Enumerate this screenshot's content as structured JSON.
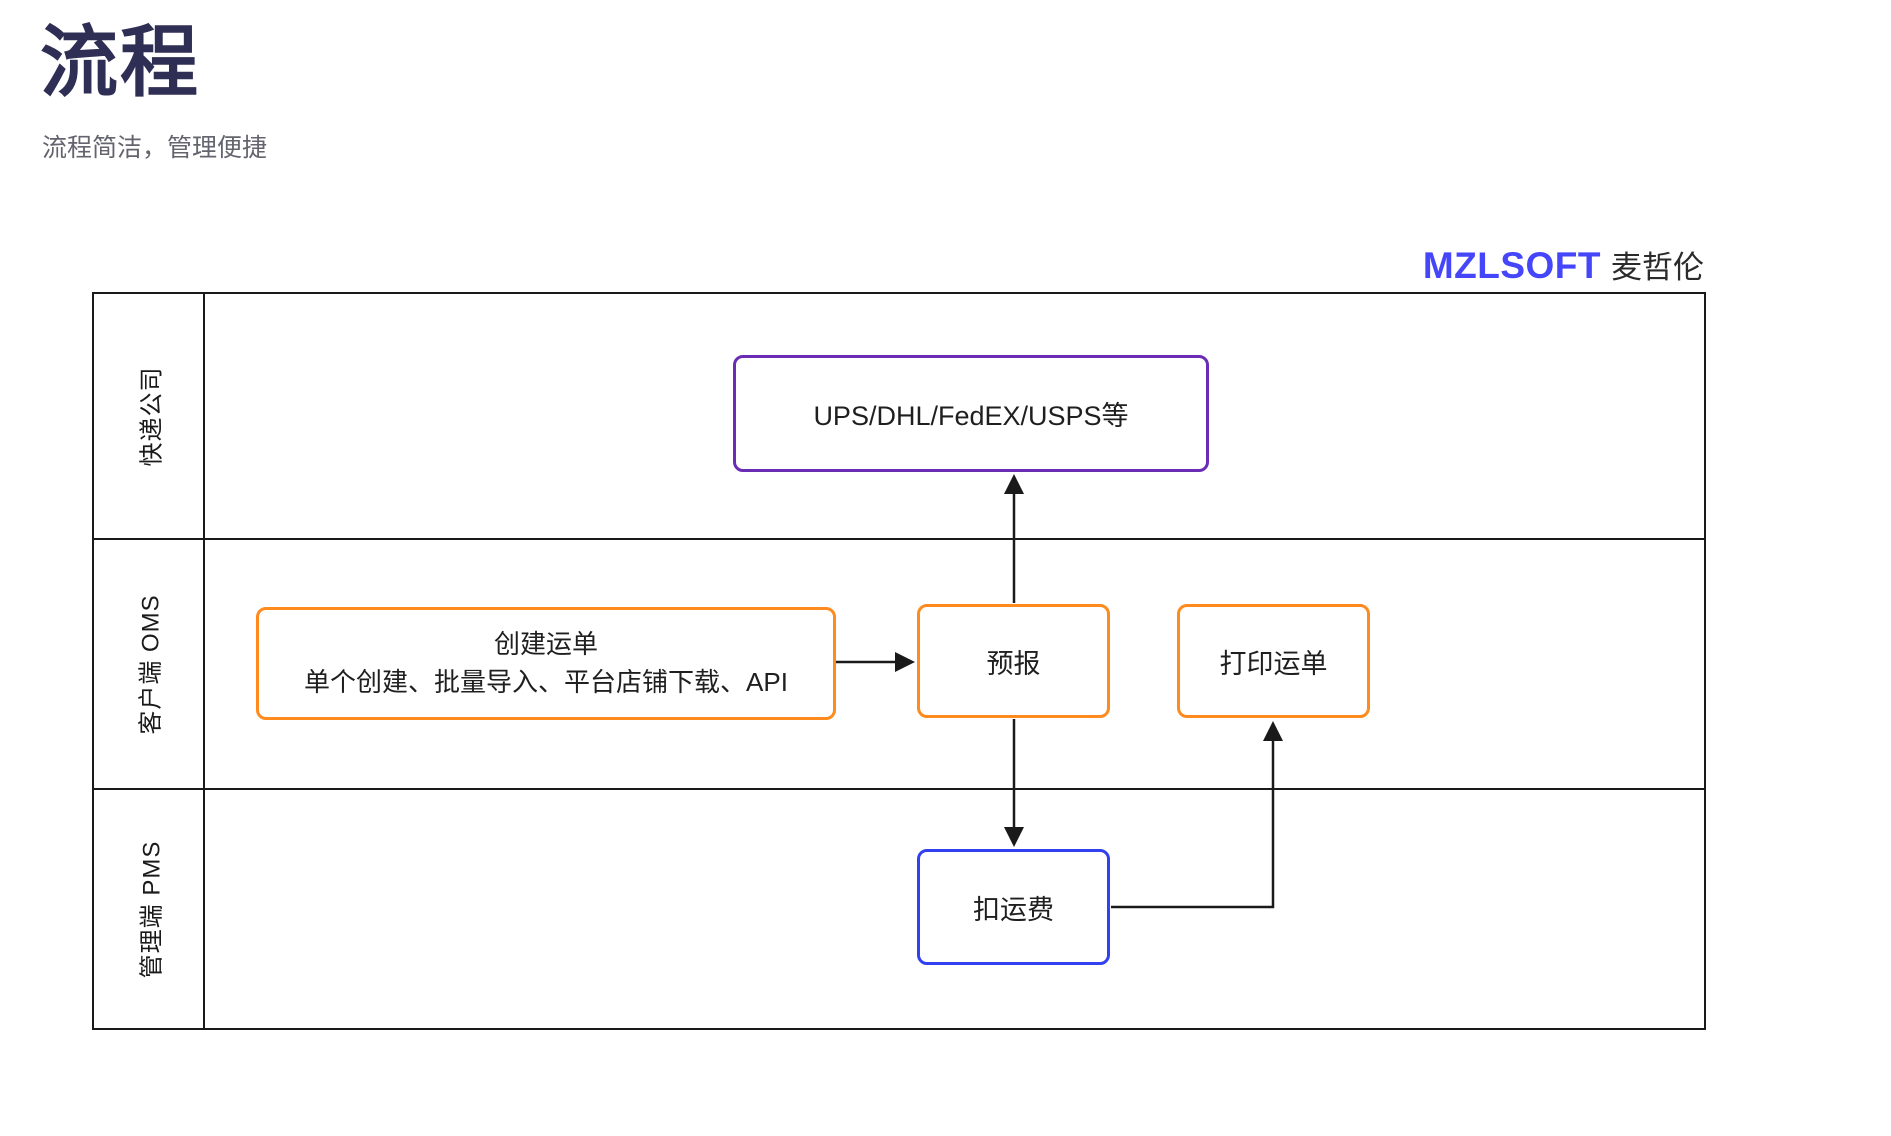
{
  "header": {
    "title": "流程",
    "subtitle": "流程简洁，管理便捷"
  },
  "brand": {
    "name": "MZLSOFT",
    "cjk_name": "麦哲伦"
  },
  "lanes": [
    {
      "label": "快递公司"
    },
    {
      "label": "客户端 OMS"
    },
    {
      "label": "管理端 PMS"
    }
  ],
  "nodes": {
    "carriers": {
      "label": "UPS/DHL/FedEX/USPS等",
      "lane": "快递公司"
    },
    "create_waybill": {
      "title": "创建运单",
      "subtitle": "单个创建、批量导入、平台店铺下载、API",
      "lane": "客户端 OMS"
    },
    "forecast": {
      "label": "预报",
      "lane": "客户端 OMS"
    },
    "print_waybill": {
      "label": "打印运单",
      "lane": "客户端 OMS"
    },
    "deduct_freight": {
      "label": "扣运费",
      "lane": "管理端 PMS"
    }
  },
  "edges": [
    {
      "from": "create_waybill",
      "to": "forecast"
    },
    {
      "from": "forecast",
      "to": "carriers"
    },
    {
      "from": "forecast",
      "to": "deduct_freight"
    },
    {
      "from": "deduct_freight",
      "to": "print_waybill"
    }
  ],
  "colors": {
    "title_navy": "#2f2e54",
    "subtitle_gray": "#64646e",
    "brand_blue": "#4545fa",
    "carrier_purple": "#6a2cb5",
    "client_orange": "#ff8a1e",
    "admin_blue": "#3340f0",
    "line_black": "#1a1a1a"
  }
}
